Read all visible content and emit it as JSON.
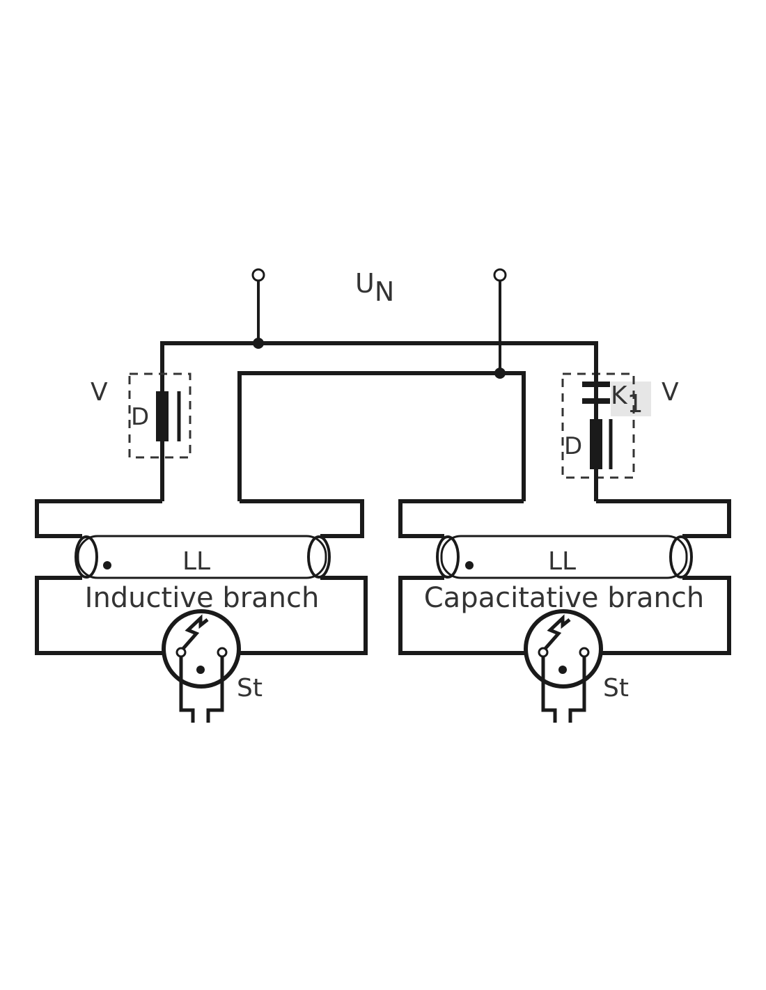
{
  "supply": {
    "label": "U",
    "subscript": "N"
  },
  "left_branch": {
    "ballast_label": "V",
    "choke_label": "D",
    "lamp_label": "LL",
    "branch_label": "Inductive branch",
    "starter_label": "St"
  },
  "right_branch": {
    "ballast_label": "V",
    "choke_label": "D",
    "capacitor_label": "K",
    "capacitor_subscript": "1",
    "lamp_label": "LL",
    "branch_label": "Capacitative branch",
    "starter_label": "St"
  },
  "colors": {
    "line": "#1a1a1a",
    "highlight": "#e6e6e6"
  }
}
